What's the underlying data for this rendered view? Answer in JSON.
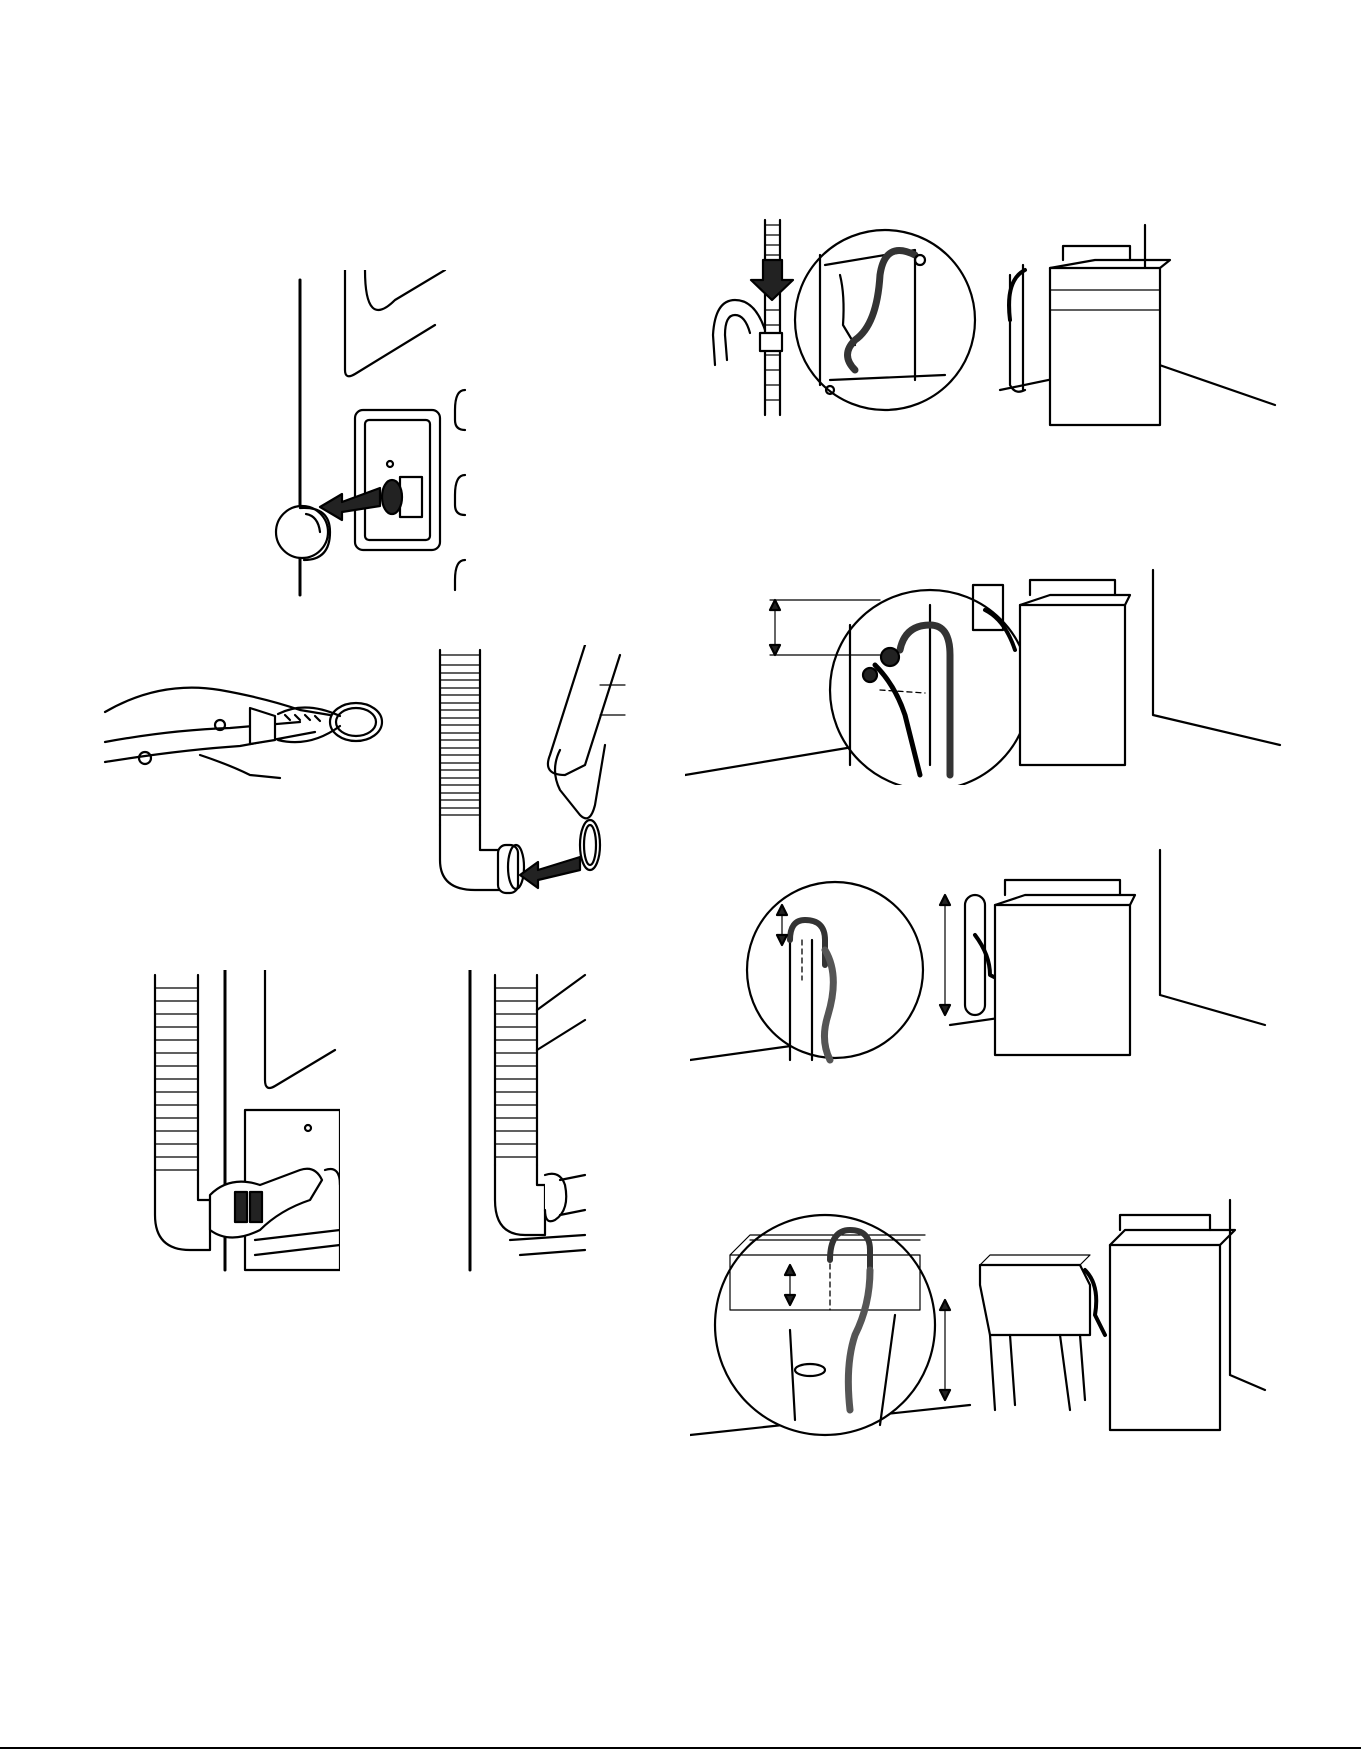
{
  "page": {
    "background": "#ffffff",
    "line_color": "#000000"
  },
  "figures": [
    {
      "id": "remove-drain-cap",
      "icon": "cap-removal-arrow"
    },
    {
      "id": "locking-pliers-clamp",
      "icon": "locking-pliers"
    },
    {
      "id": "clamp-onto-elbow",
      "icon": "pliers-clamp-arrow"
    },
    {
      "id": "tighten-with-wrench",
      "icon": "wrench"
    },
    {
      "id": "hose-attached",
      "icon": "drain-hose"
    },
    {
      "id": "form-drain-hose",
      "icon": "hose-form-arrow"
    },
    {
      "id": "standpipe-floor-drain",
      "icon": "washer-standpipe"
    },
    {
      "id": "wall-standpipe",
      "icon": "washer-wall-box"
    },
    {
      "id": "standpipe-height",
      "icon": "washer-standpipe-height"
    },
    {
      "id": "laundry-tub",
      "icon": "washer-laundry-tub"
    }
  ]
}
